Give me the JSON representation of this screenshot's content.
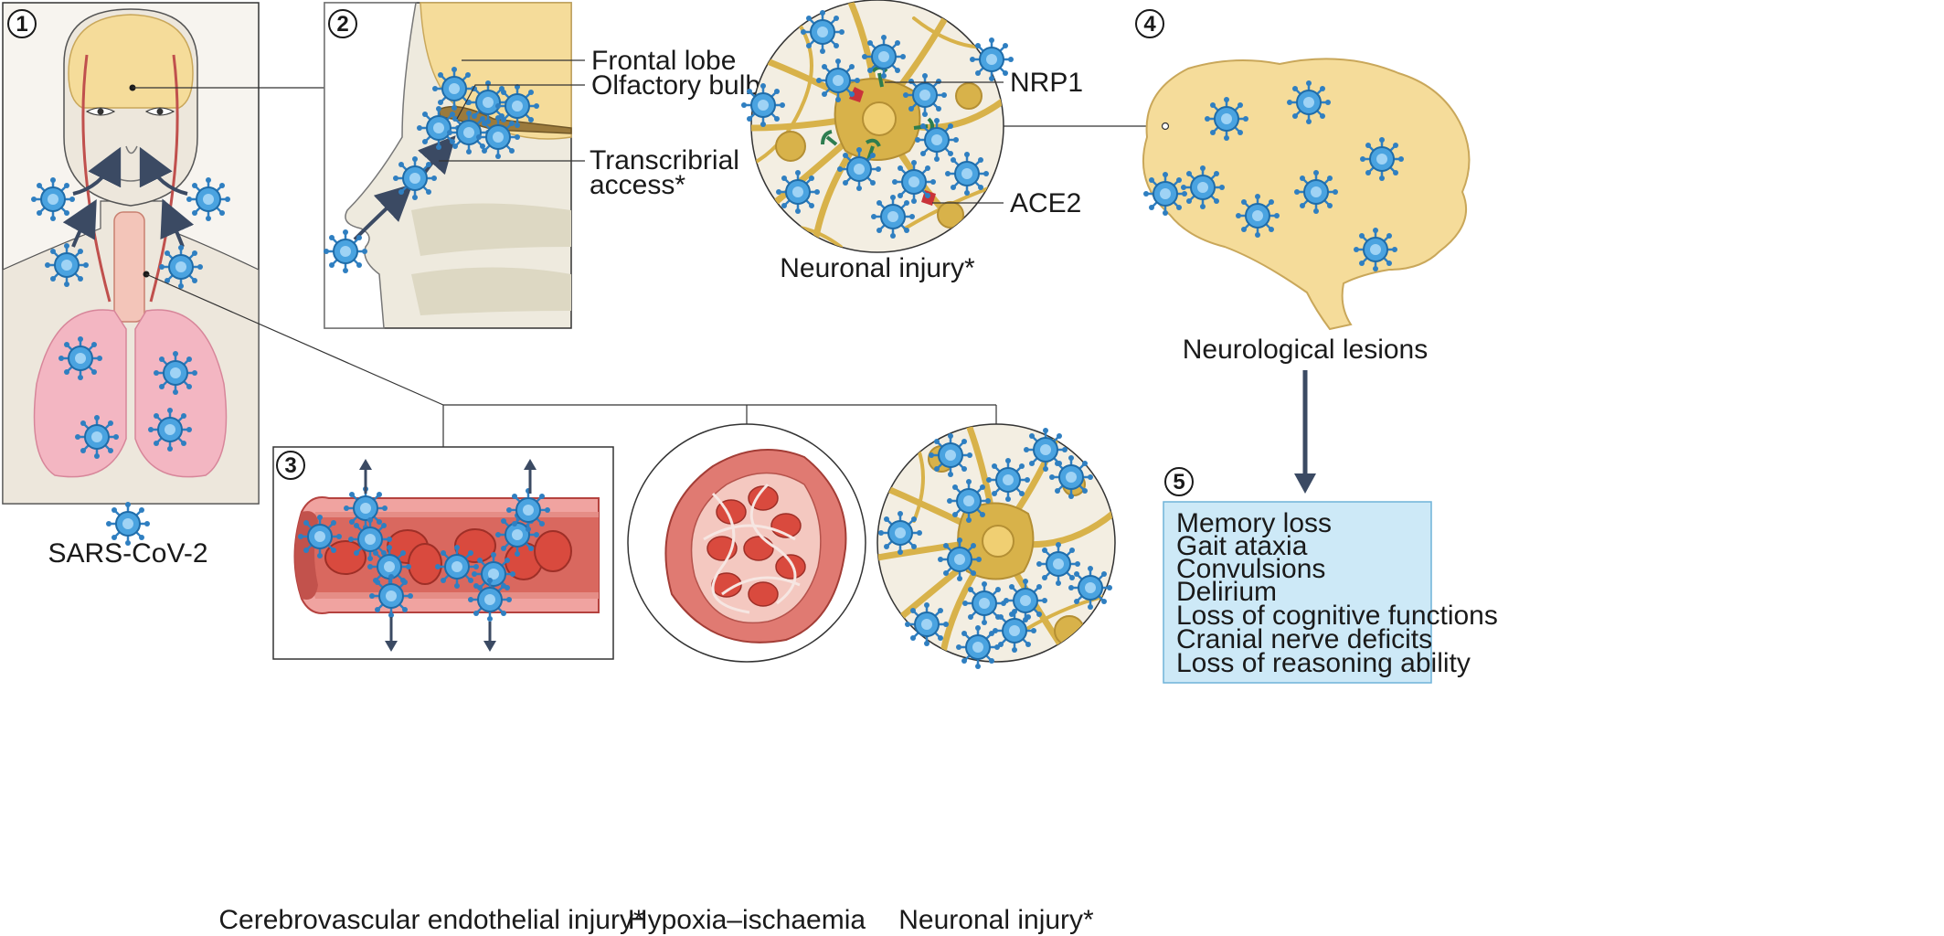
{
  "panels": {
    "p1": {
      "number": "1",
      "legend": "SARS-CoV-2"
    },
    "p2": {
      "number": "2",
      "frontal_lobe": "Frontal lobe",
      "olfactory_bulb": "Olfactory bulb*",
      "transcribrial_1": "Transcribrial",
      "transcribrial_2": "access*"
    },
    "neuron_top": {
      "nrp1": "NRP1",
      "ace2": "ACE2",
      "caption": "Neuronal injury*"
    },
    "p4": {
      "number": "4",
      "caption": "Neurological lesions"
    },
    "p3": {
      "number": "3",
      "caption": "Cerebrovascular endothelial injury*"
    },
    "hypoxia": {
      "caption": "Hypoxia–ischaemia"
    },
    "neuron_bottom": {
      "caption": "Neuronal injury*"
    },
    "p5": {
      "number": "5",
      "symptoms": [
        "Memory loss",
        "Gait ataxia",
        "Convulsions",
        "Delirium",
        "Loss of cognitive functions",
        "Cranial nerve deficits",
        "Loss of reasoning ability"
      ]
    }
  },
  "colors": {
    "virus": "#3a8fd0",
    "brain": "#f5dc9a",
    "lung": "#f3b6c2",
    "vessel": "#d9534f",
    "symptom_box": "#cde9f7",
    "neuron": "#d8b24a"
  }
}
